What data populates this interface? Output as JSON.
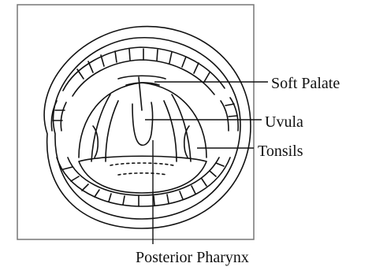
{
  "labels": {
    "soft_palate": "Soft Palate",
    "uvula": "Uvula",
    "tonsils": "Tonsils",
    "posterior_pharynx": "Posterior Pharynx"
  },
  "colors": {
    "line": "#111111",
    "frame": "#555555",
    "background": "#ffffff"
  }
}
